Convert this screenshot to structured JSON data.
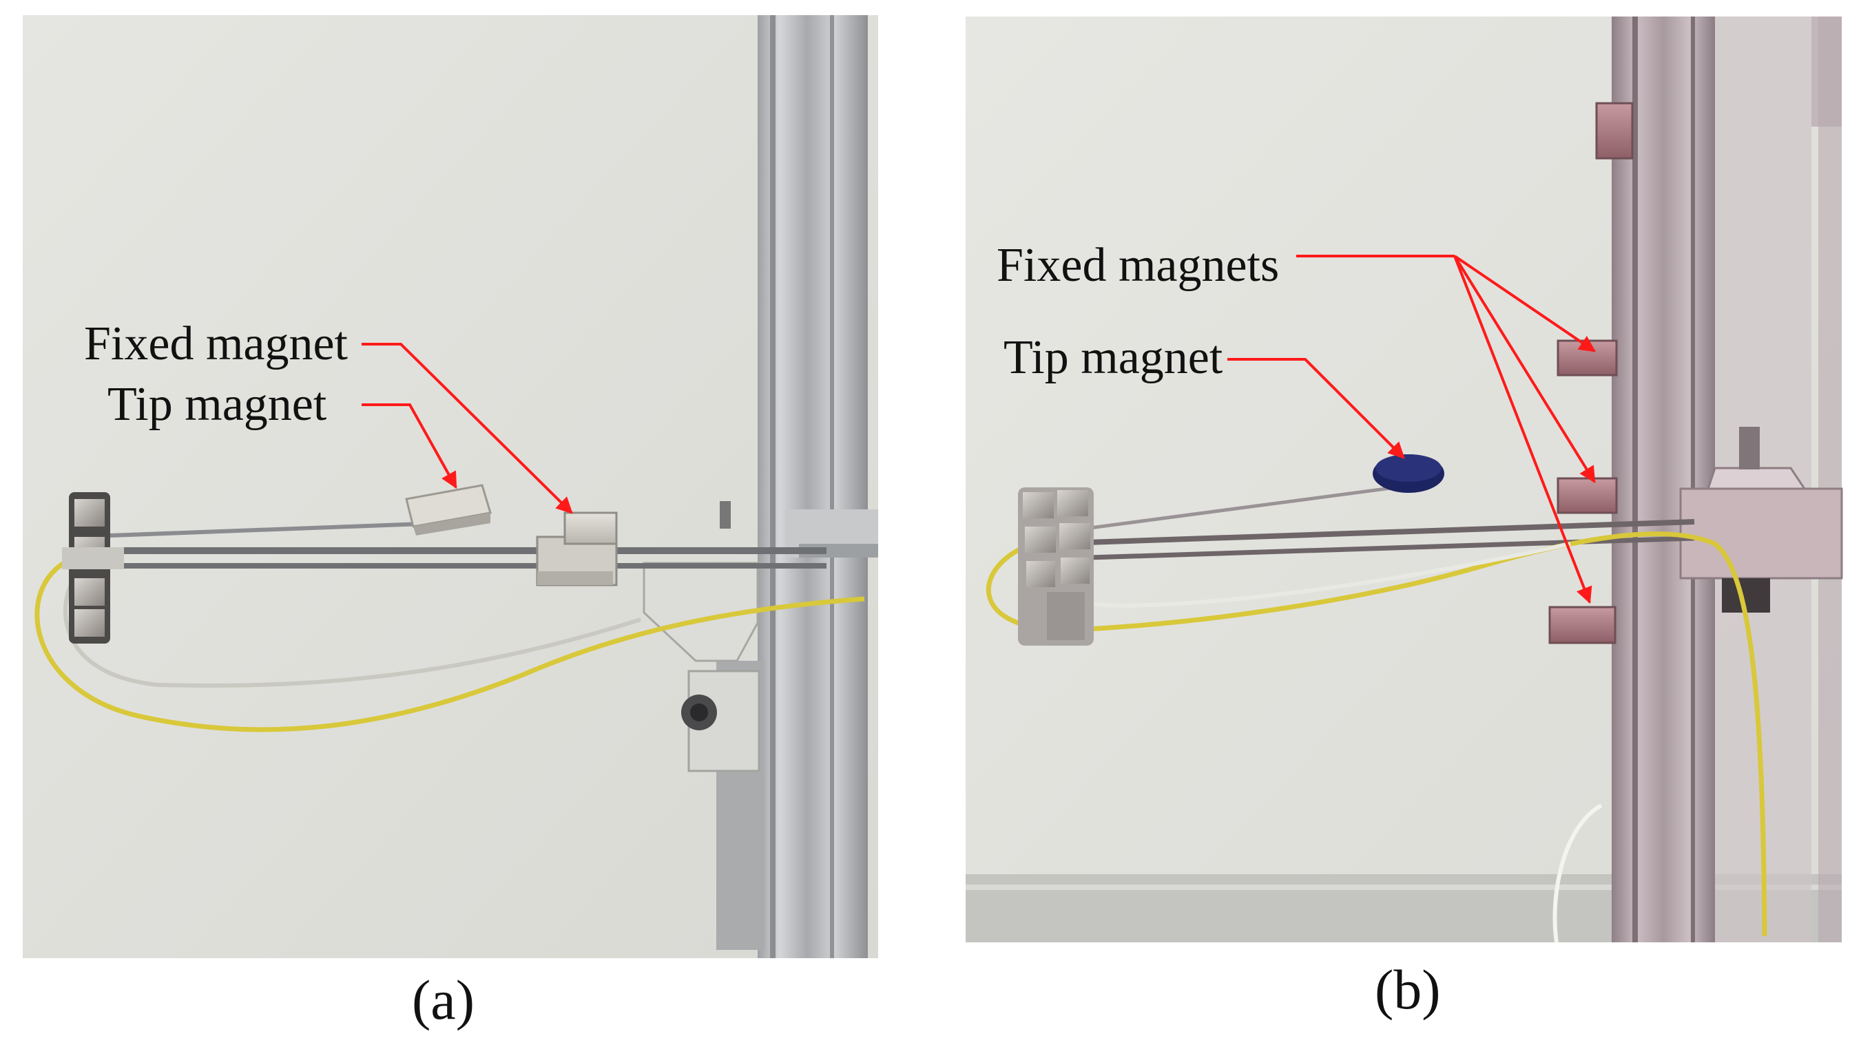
{
  "panel_a": {
    "caption": "(a)",
    "labels": {
      "fixed": "Fixed magnet",
      "tip": "Tip magnet"
    }
  },
  "panel_b": {
    "caption": "(b)",
    "labels": {
      "fixed": "Fixed magnets",
      "tip": "Tip magnet"
    }
  },
  "colors": {
    "arrow": "#ff1a1a",
    "wire_yellow": "#d8c83a",
    "wire_white": "#e9e9e4",
    "frame_aluminum": "#b9bbbd",
    "frame_b_tint": "#b5a6ac",
    "backdrop": "#e2e2de",
    "magnet_tip_b": "#1c2462"
  }
}
